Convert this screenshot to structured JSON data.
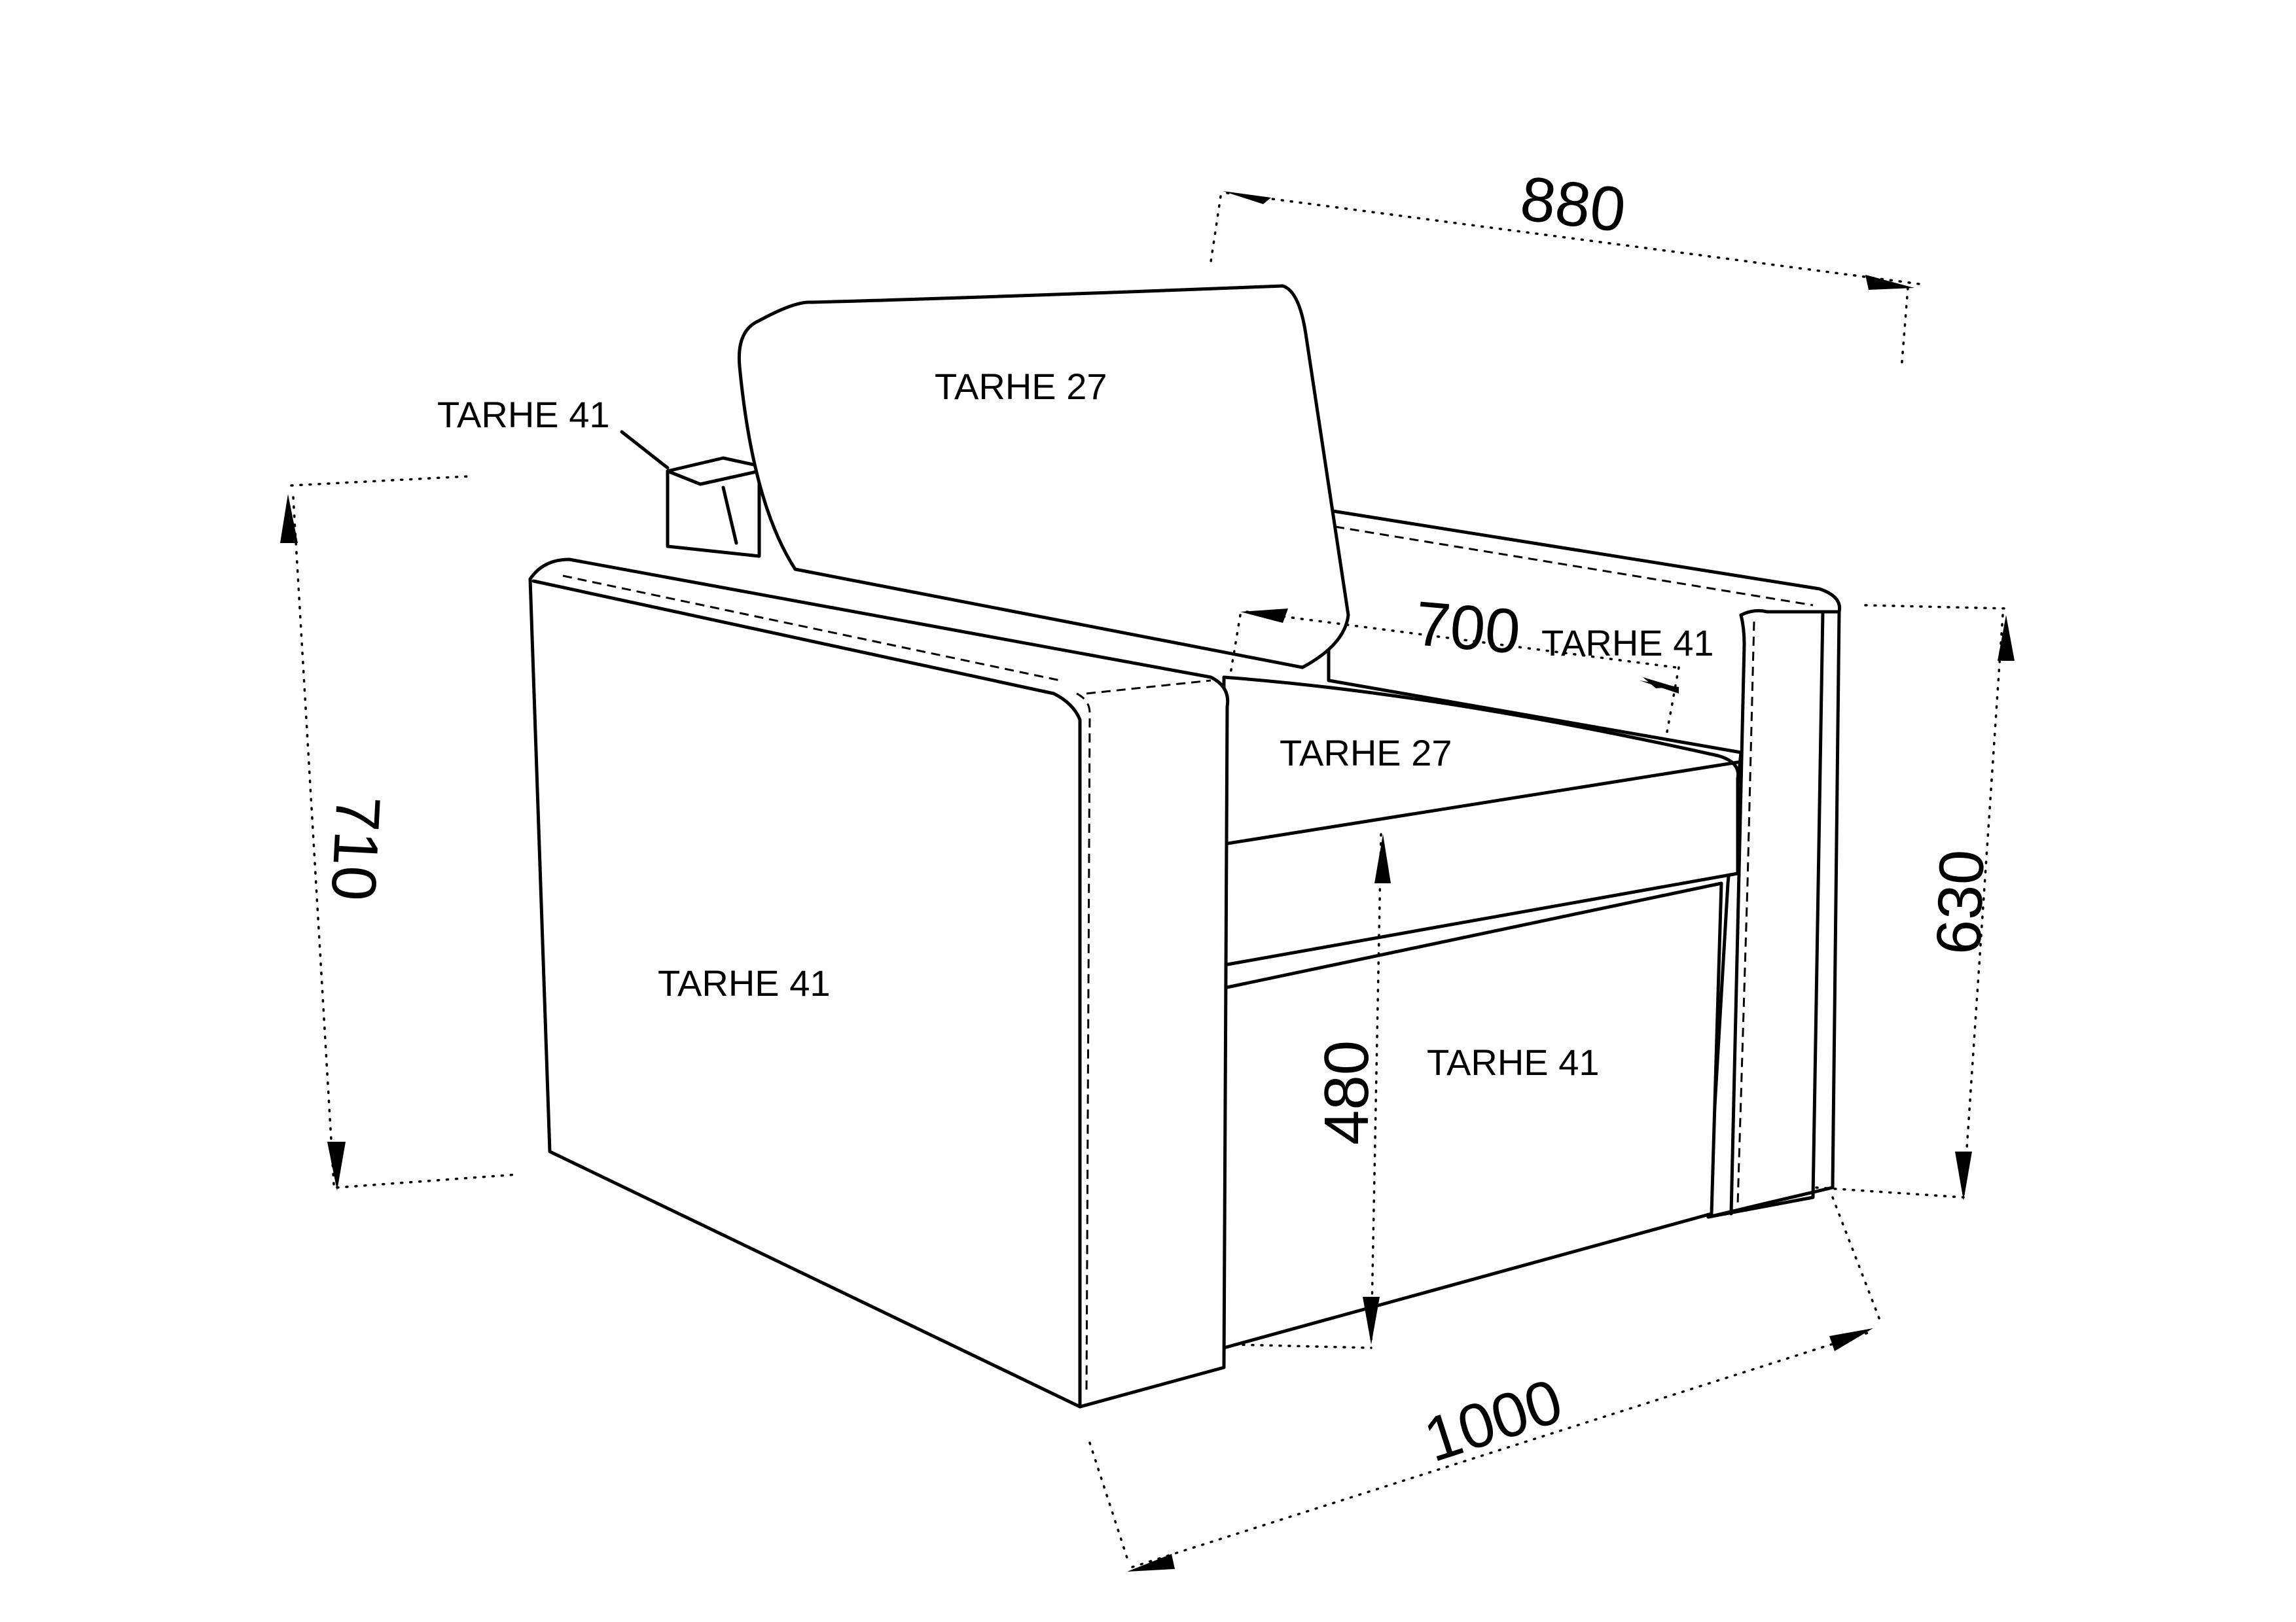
{
  "dimensions": {
    "width_back": "880",
    "height_total": "710",
    "seat_depth": "700",
    "height_arm": "630",
    "seat_height": "480",
    "width_front": "1000"
  },
  "labels": {
    "back_cushion": "TARHE 27",
    "back_arm_top": "TARHE 41",
    "seat_cushion": "TARHE 27",
    "right_arm_inner": "TARHE 41",
    "left_arm_side": "TARHE 41",
    "front_base": "TARHE 41"
  },
  "colors": {
    "stroke": "#000000",
    "background": "#ffffff"
  }
}
